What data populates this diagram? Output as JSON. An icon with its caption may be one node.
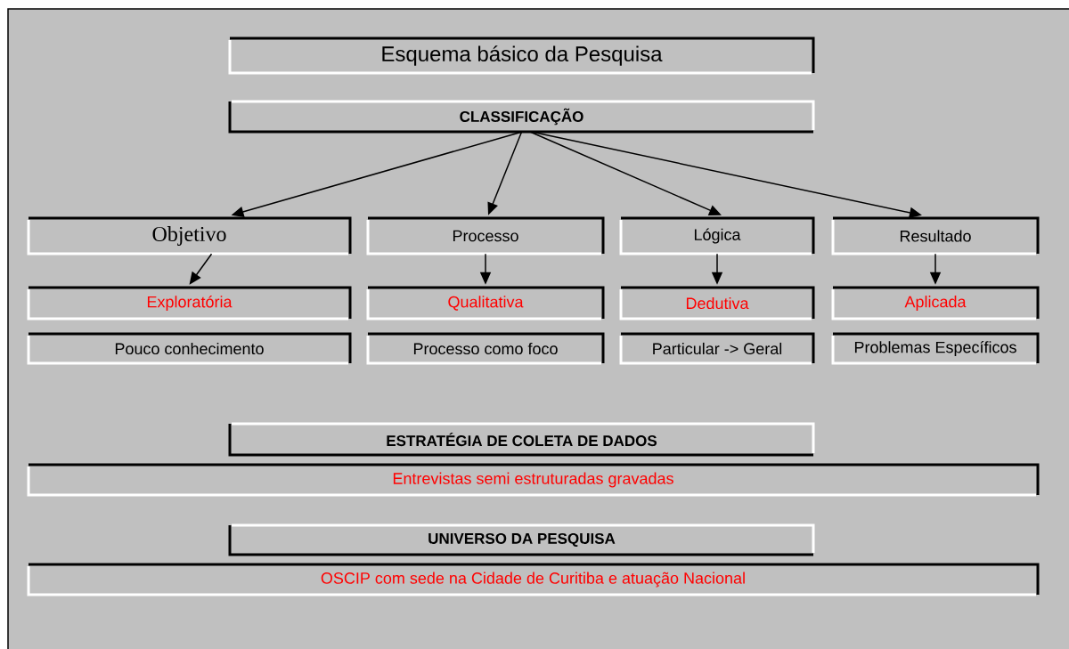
{
  "diagram": {
    "nodes": [
      {
        "text": [
          "Esquema básico da Pesquisa"
        ]
      },
      {
        "text": [
          "CLASSIFICAÇÃO"
        ]
      },
      {
        "text": [
          "Objetivo"
        ]
      },
      {
        "text": [
          "Processo"
        ]
      },
      {
        "text": [
          "Lógica"
        ]
      },
      {
        "text": [
          "Resultado"
        ]
      },
      {
        "text": [
          "Exploratória"
        ]
      },
      {
        "text": [
          "Qualitativa"
        ]
      },
      {
        "text": [
          "Dedutiva"
        ]
      },
      {
        "text": [
          "Aplicada"
        ]
      },
      {
        "text": [
          "Pouco conhecimento"
        ]
      },
      {
        "text": [
          "Processo como foco"
        ]
      },
      {
        "text": [
          "Particular -> Geral"
        ]
      },
      {
        "text": [
          "Problemas Específicos"
        ]
      },
      {
        "text": [
          "ESTRATÉGIA DE COLETA DE DADOS"
        ]
      },
      {
        "text": [
          "Entrevistas semi estruturadas gravadas"
        ]
      },
      {
        "text": [
          "UNIVERSO DA PESQUISA"
        ]
      },
      {
        "text": [
          "OSCIP com sede na Cidade de Curitiba e atuação Nacional"
        ]
      }
    ],
    "edges": [
      {
        "from": 1,
        "to": 2,
        "arrow": "to"
      },
      {
        "from": 1,
        "to": 3,
        "arrow": "to"
      },
      {
        "from": 1,
        "to": 4,
        "arrow": "to"
      },
      {
        "from": 1,
        "to": 5,
        "arrow": "to"
      },
      {
        "from": 2,
        "to": 6,
        "arrow": "to"
      },
      {
        "from": 3,
        "to": 7,
        "arrow": "to"
      },
      {
        "from": 4,
        "to": 8,
        "arrow": "to"
      },
      {
        "from": 5,
        "to": 9,
        "arrow": "to"
      }
    ]
  }
}
